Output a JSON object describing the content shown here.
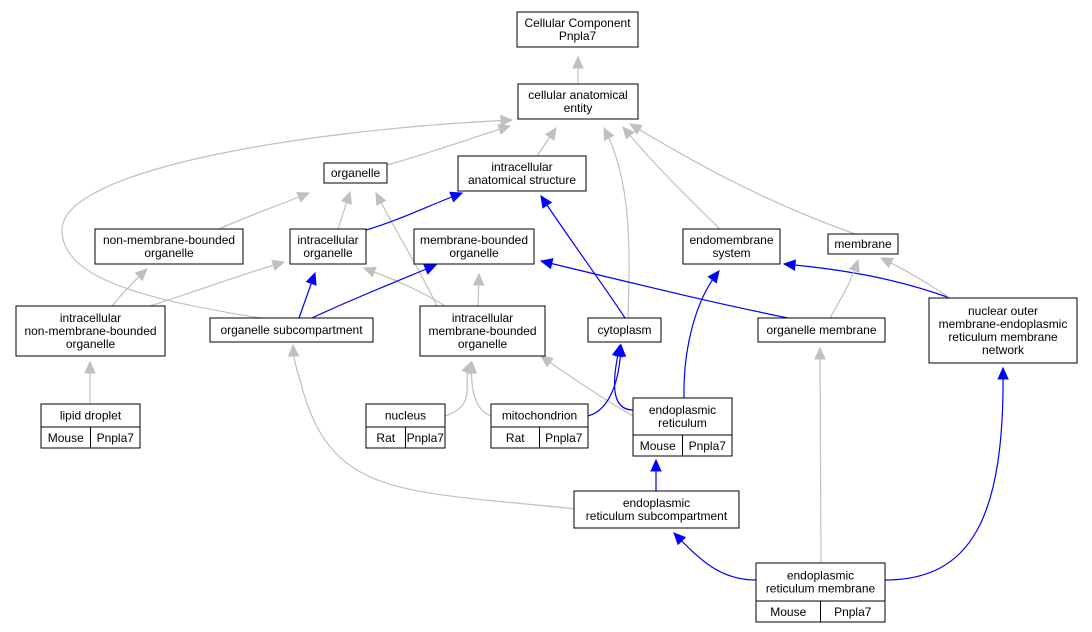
{
  "colors": {
    "blue_edge": "#0000ff",
    "gray_edge": "#c0c0c0",
    "mouse_cell": "#add8e6",
    "rat_cell": "#ffd700"
  },
  "nodes": [
    {
      "id": "root",
      "lines": [
        "Cellular Component",
        "Pnpla7"
      ]
    },
    {
      "id": "cae",
      "lines": [
        "cellular anatomical",
        "entity"
      ]
    },
    {
      "id": "organelle",
      "lines": [
        "organelle"
      ]
    },
    {
      "id": "ias",
      "lines": [
        "intracellular",
        "anatomical structure"
      ]
    },
    {
      "id": "nmbo",
      "lines": [
        "non-membrane-bounded",
        "organelle"
      ]
    },
    {
      "id": "io",
      "lines": [
        "intracellular",
        "organelle"
      ]
    },
    {
      "id": "mbo",
      "lines": [
        "membrane-bounded",
        "organelle"
      ]
    },
    {
      "id": "endosys",
      "lines": [
        "endomembrane",
        "system"
      ]
    },
    {
      "id": "membrane",
      "lines": [
        "membrane"
      ]
    },
    {
      "id": "inmbo",
      "lines": [
        "intracellular",
        "non-membrane-bounded",
        "organelle"
      ]
    },
    {
      "id": "osub",
      "lines": [
        "organelle subcompartment"
      ]
    },
    {
      "id": "imbo",
      "lines": [
        "intracellular",
        "membrane-bounded",
        "organelle"
      ]
    },
    {
      "id": "cytoplasm",
      "lines": [
        "cytoplasm"
      ]
    },
    {
      "id": "omem",
      "lines": [
        "organelle membrane"
      ]
    },
    {
      "id": "nuclear",
      "lines": [
        "nuclear outer",
        "membrane-endoplasmic",
        "reticulum membrane",
        "network"
      ]
    },
    {
      "id": "lipid",
      "lines": [
        "lipid droplet"
      ],
      "cells": [
        {
          "label": "Mouse",
          "species": "mouse"
        },
        {
          "label": "Pnpla7",
          "species": "mouse"
        }
      ]
    },
    {
      "id": "nucleus",
      "lines": [
        "nucleus"
      ],
      "cells": [
        {
          "label": "Rat",
          "species": "rat"
        },
        {
          "label": "Pnpla7",
          "species": "rat"
        }
      ]
    },
    {
      "id": "mito",
      "lines": [
        "mitochondrion"
      ],
      "cells": [
        {
          "label": "Rat",
          "species": "rat"
        },
        {
          "label": "Pnpla7",
          "species": "rat"
        }
      ]
    },
    {
      "id": "er",
      "lines": [
        "endoplasmic",
        "reticulum"
      ],
      "cells": [
        {
          "label": "Mouse",
          "species": "mouse"
        },
        {
          "label": "Pnpla7",
          "species": "mouse"
        }
      ]
    },
    {
      "id": "ersub",
      "lines": [
        "endoplasmic",
        "reticulum subcompartment"
      ]
    },
    {
      "id": "erm",
      "lines": [
        "endoplasmic",
        "reticulum membrane"
      ],
      "cells": [
        {
          "label": "Mouse",
          "species": "mouse"
        },
        {
          "label": "Pnpla7",
          "species": "mouse"
        }
      ]
    }
  ],
  "edges": [
    {
      "from": "cae",
      "to": "root",
      "kind": "gray"
    },
    {
      "from": "organelle",
      "to": "cae",
      "kind": "gray"
    },
    {
      "from": "ias",
      "to": "cae",
      "kind": "gray"
    },
    {
      "from": "cytoplasm",
      "to": "cae",
      "kind": "gray"
    },
    {
      "from": "endosys",
      "to": "cae",
      "kind": "gray"
    },
    {
      "from": "membrane",
      "to": "cae",
      "kind": "gray"
    },
    {
      "from": "osub",
      "to": "cae",
      "kind": "gray"
    },
    {
      "from": "nmbo",
      "to": "organelle",
      "kind": "gray"
    },
    {
      "from": "io",
      "to": "organelle",
      "kind": "gray"
    },
    {
      "from": "imbo",
      "to": "organelle",
      "kind": "gray"
    },
    {
      "from": "io",
      "to": "ias",
      "kind": "blue"
    },
    {
      "from": "cytoplasm",
      "to": "ias",
      "kind": "blue"
    },
    {
      "from": "inmbo",
      "to": "nmbo",
      "kind": "gray"
    },
    {
      "from": "inmbo",
      "to": "io",
      "kind": "gray"
    },
    {
      "from": "osub",
      "to": "io",
      "kind": "blue"
    },
    {
      "from": "imbo",
      "to": "io",
      "kind": "gray"
    },
    {
      "from": "osub",
      "to": "mbo",
      "kind": "blue"
    },
    {
      "from": "imbo",
      "to": "mbo",
      "kind": "gray"
    },
    {
      "from": "omem",
      "to": "mbo",
      "kind": "blue"
    },
    {
      "from": "er",
      "to": "endosys",
      "kind": "blue"
    },
    {
      "from": "nuclear",
      "to": "endosys",
      "kind": "blue"
    },
    {
      "from": "omem",
      "to": "membrane",
      "kind": "gray"
    },
    {
      "from": "nuclear",
      "to": "membrane",
      "kind": "gray"
    },
    {
      "from": "lipid",
      "to": "inmbo",
      "kind": "gray"
    },
    {
      "from": "ersub",
      "to": "osub",
      "kind": "gray"
    },
    {
      "from": "nucleus",
      "to": "imbo",
      "kind": "gray"
    },
    {
      "from": "mito",
      "to": "imbo",
      "kind": "gray"
    },
    {
      "from": "er",
      "to": "imbo",
      "kind": "gray"
    },
    {
      "from": "mito",
      "to": "cytoplasm",
      "kind": "blue"
    },
    {
      "from": "er",
      "to": "cytoplasm",
      "kind": "blue"
    },
    {
      "from": "erm",
      "to": "omem",
      "kind": "gray"
    },
    {
      "from": "erm",
      "to": "nuclear",
      "kind": "blue"
    },
    {
      "from": "ersub",
      "to": "er",
      "kind": "blue"
    },
    {
      "from": "erm",
      "to": "ersub",
      "kind": "blue"
    }
  ]
}
